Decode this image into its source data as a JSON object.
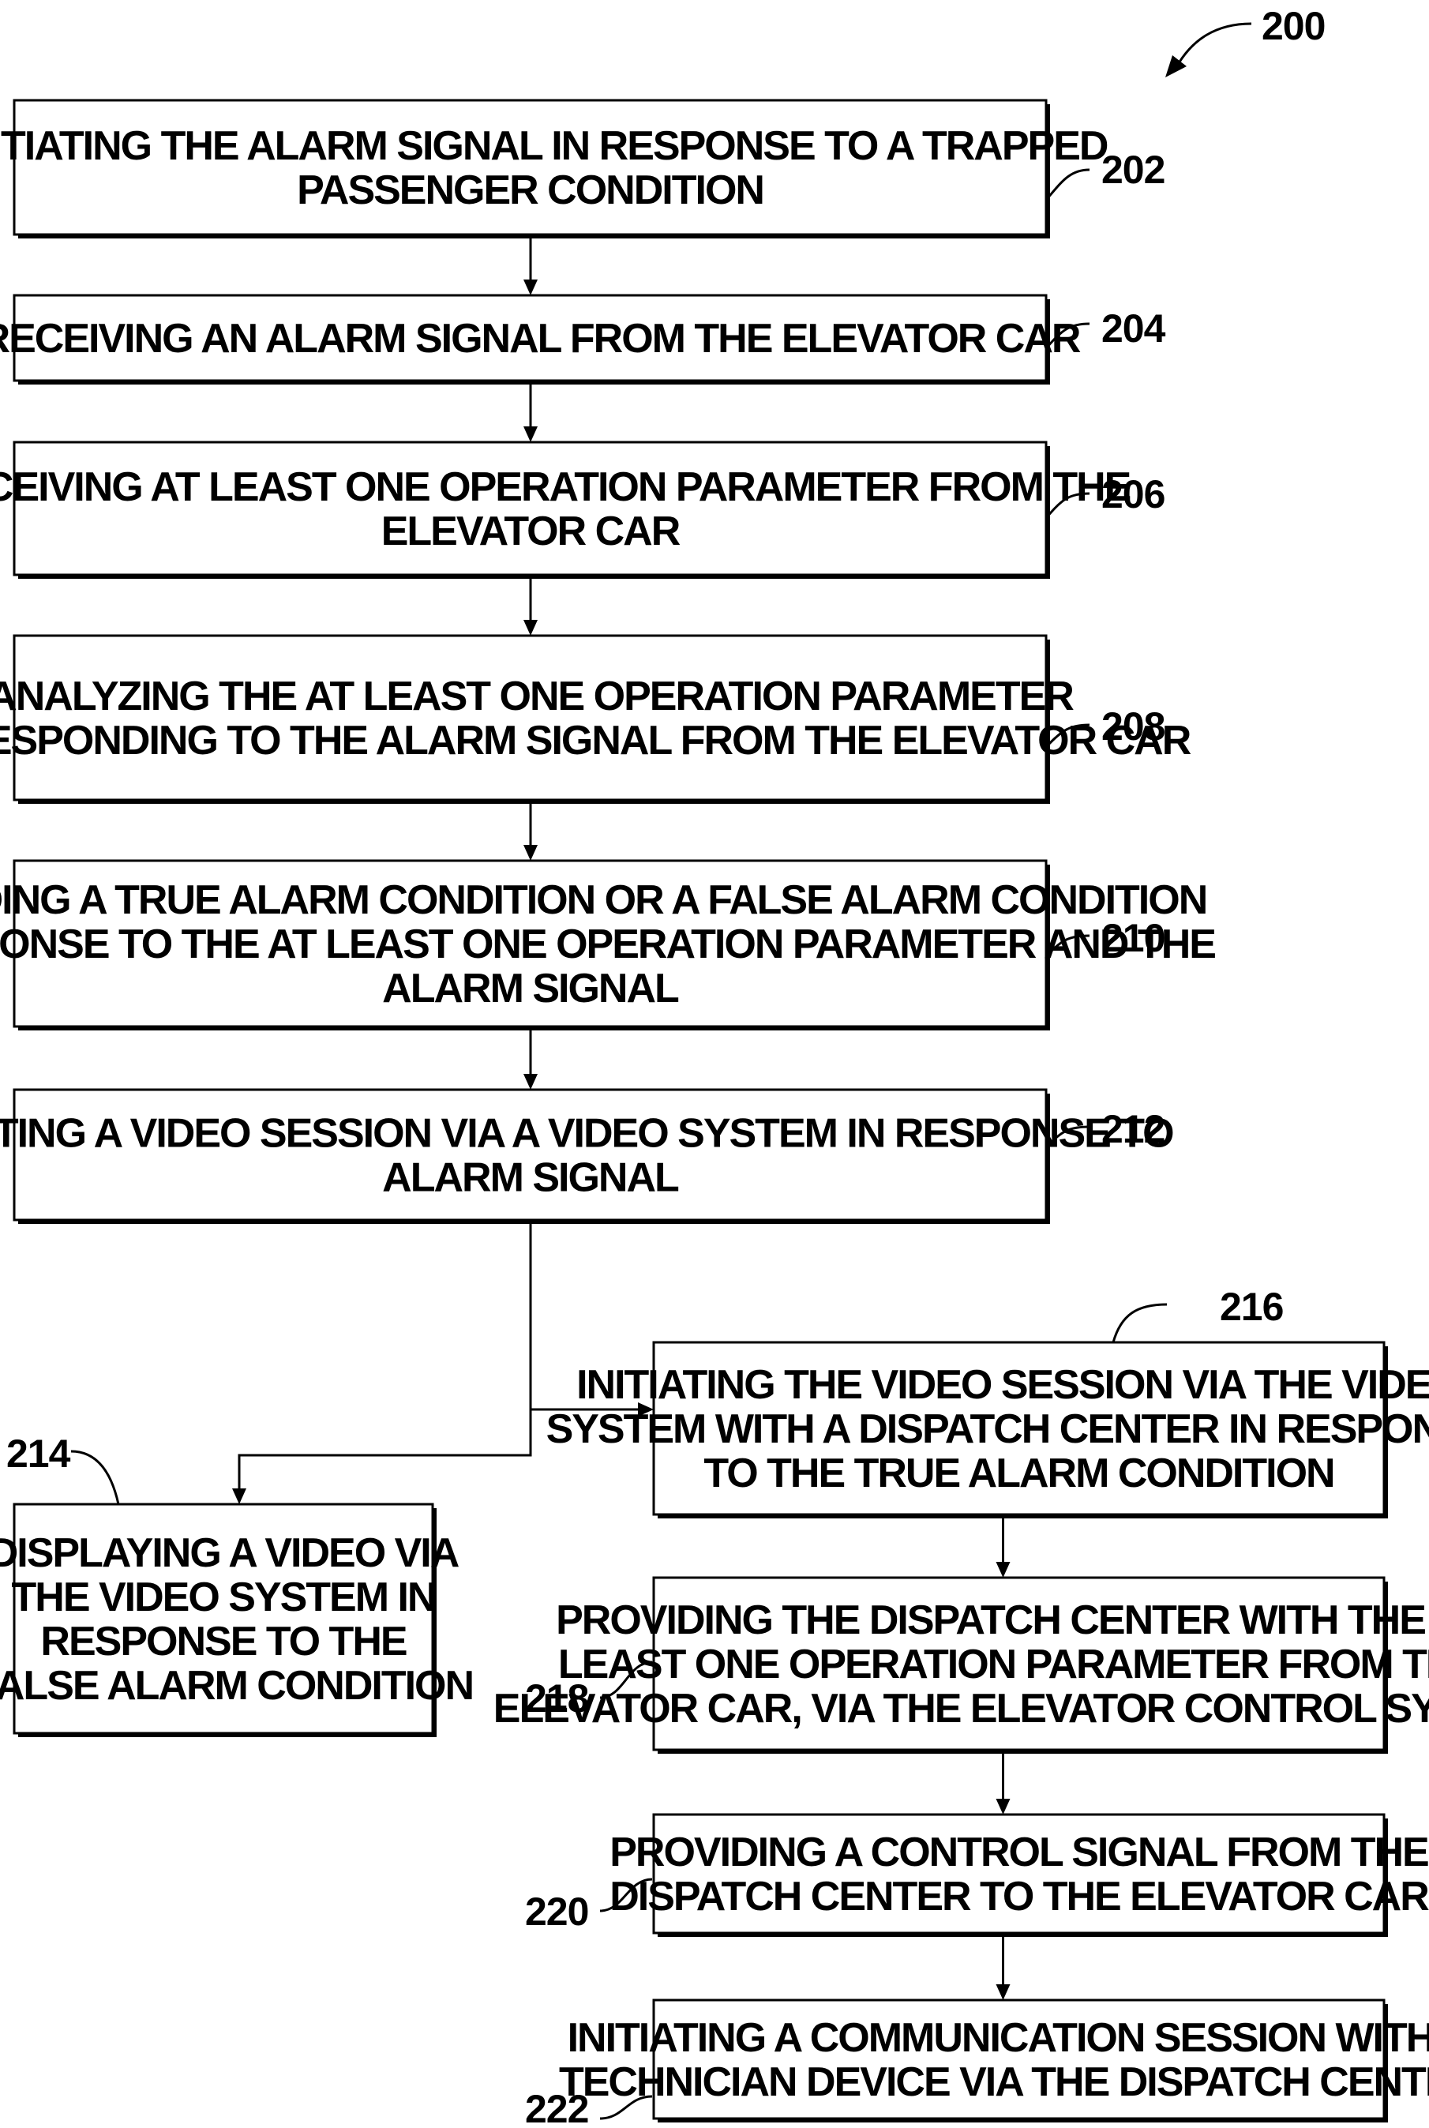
{
  "figure_ref": "200",
  "steps": [
    {
      "id": "202",
      "ref": "202",
      "lines": [
        "INITIATING THE ALARM SIGNAL IN RESPONSE TO A TRAPPED",
        "PASSENGER CONDITION"
      ]
    },
    {
      "id": "204",
      "ref": "204",
      "lines": [
        "RECEIVING AN ALARM SIGNAL FROM THE ELEVATOR CAR"
      ]
    },
    {
      "id": "206",
      "ref": "206",
      "lines": [
        "RECEIVING AT LEAST ONE OPERATION PARAMETER FROM THE",
        "ELEVATOR CAR"
      ]
    },
    {
      "id": "208",
      "ref": "208",
      "lines": [
        "ANALYZING THE AT LEAST ONE OPERATION PARAMETER",
        "CORRESPONDING TO THE ALARM SIGNAL FROM THE ELEVATOR CAR"
      ]
    },
    {
      "id": "210",
      "ref": "210",
      "lines": [
        "PROVIDING A TRUE ALARM CONDITION OR A FALSE ALARM CONDITION",
        "IN RESPONSE TO THE AT LEAST ONE OPERATION PARAMETER AND THE",
        "ALARM SIGNAL"
      ]
    },
    {
      "id": "212",
      "ref": "212",
      "lines": [
        "INITIATING A VIDEO SESSION VIA A VIDEO SYSTEM IN RESPONSE TO",
        "ALARM SIGNAL"
      ]
    },
    {
      "id": "214",
      "ref": "214",
      "lines": [
        "DISPLAYING A VIDEO VIA",
        "THE VIDEO SYSTEM IN",
        "RESPONSE TO THE",
        "FALSE ALARM CONDITION"
      ]
    },
    {
      "id": "216",
      "ref": "216",
      "lines": [
        "INITIATING THE VIDEO SESSION VIA THE VIDEO",
        "SYSTEM WITH A DISPATCH CENTER IN RESPONSE",
        "TO THE TRUE ALARM CONDITION"
      ]
    },
    {
      "id": "218",
      "ref": "218",
      "lines": [
        "PROVIDING THE DISPATCH CENTER WITH THE AT",
        "LEAST ONE OPERATION PARAMETER FROM THE",
        "ELEVATOR CAR, VIA THE ELEVATOR CONTROL SYSTEM"
      ]
    },
    {
      "id": "220",
      "ref": "220",
      "lines": [
        "PROVIDING A CONTROL SIGNAL FROM THE",
        "DISPATCH CENTER TO THE ELEVATOR CAR"
      ]
    },
    {
      "id": "222",
      "ref": "222",
      "lines": [
        "INITIATING A COMMUNICATION SESSION WITH A",
        "TECHNICIAN DEVICE VIA THE DISPATCH CENTER"
      ]
    }
  ],
  "connections": [
    {
      "from": "202",
      "to": "204"
    },
    {
      "from": "204",
      "to": "206"
    },
    {
      "from": "206",
      "to": "208"
    },
    {
      "from": "208",
      "to": "210"
    },
    {
      "from": "210",
      "to": "212"
    },
    {
      "from": "212",
      "to": "214"
    },
    {
      "from": "212",
      "to": "216"
    },
    {
      "from": "216",
      "to": "218"
    },
    {
      "from": "218",
      "to": "220"
    },
    {
      "from": "220",
      "to": "222"
    }
  ]
}
